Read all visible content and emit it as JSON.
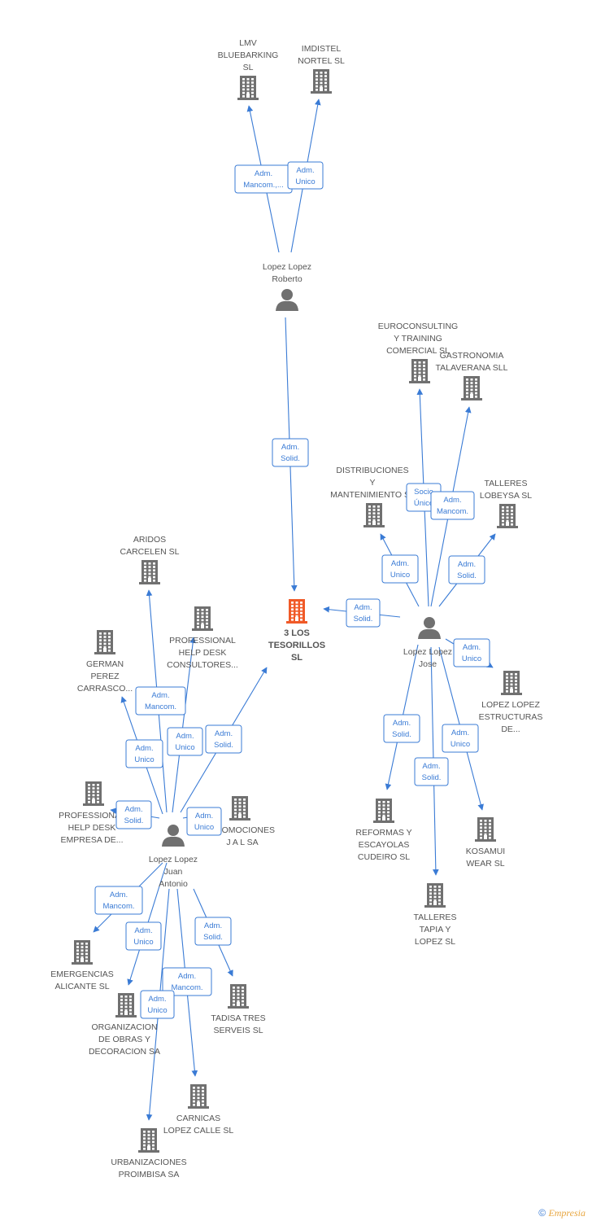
{
  "colors": {
    "edge": "#3a7bd5",
    "building": "#707070",
    "center_building": "#f05a28",
    "person": "#707070",
    "label": "#555555"
  },
  "copyright": {
    "symbol": "©",
    "brand": "Empresia"
  },
  "nodes": [
    {
      "id": "center",
      "type": "building",
      "highlight": true,
      "label": [
        "3 LOS",
        "TESORILLOS",
        "SL"
      ]
    },
    {
      "id": "lmv",
      "type": "building",
      "label": [
        "LMV",
        "BLUEBARKING",
        "SL"
      ]
    },
    {
      "id": "imdistel",
      "type": "building",
      "label": [
        "IMDISTEL",
        "NORTEL SL"
      ]
    },
    {
      "id": "roberto",
      "type": "person",
      "label": [
        "Lopez Lopez",
        "Roberto"
      ]
    },
    {
      "id": "euroconsulting",
      "type": "building",
      "label": [
        "EUROCONSULTING",
        "Y TRAINING",
        "COMERCIAL SL"
      ]
    },
    {
      "id": "gastronomia",
      "type": "building",
      "label": [
        "GASTRONOMIA",
        "TALAVERANA SLL"
      ]
    },
    {
      "id": "distribuciones",
      "type": "building",
      "label": [
        "DISTRIBUCIONES",
        "Y",
        "MANTENIMIENTO SL"
      ]
    },
    {
      "id": "lobeysa",
      "type": "building",
      "label": [
        "TALLERES",
        "LOBEYSA SL"
      ]
    },
    {
      "id": "jose",
      "type": "person",
      "label": [
        "Lopez Lopez",
        "Jose"
      ]
    },
    {
      "id": "estructuras",
      "type": "building",
      "label": [
        "LOPEZ LOPEZ",
        "ESTRUCTURAS",
        "DE..."
      ]
    },
    {
      "id": "reformas",
      "type": "building",
      "label": [
        "REFORMAS Y",
        "ESCAYOLAS",
        "CUDEIRO SL"
      ]
    },
    {
      "id": "kosamui",
      "type": "building",
      "label": [
        "KOSAMUI",
        "WEAR SL"
      ]
    },
    {
      "id": "tapia",
      "type": "building",
      "label": [
        "TALLERES",
        "TAPIA Y",
        "LOPEZ SL"
      ]
    },
    {
      "id": "aridos",
      "type": "building",
      "label": [
        "ARIDOS",
        "CARCELEN SL"
      ]
    },
    {
      "id": "phd_consultores",
      "type": "building",
      "label": [
        "PROFESSIONAL",
        "HELP DESK",
        "CONSULTORES..."
      ]
    },
    {
      "id": "german",
      "type": "building",
      "label": [
        "GERMAN",
        "PEREZ",
        "CARRASCO..."
      ]
    },
    {
      "id": "phd_empresa",
      "type": "building",
      "label": [
        "PROFESSIONAL",
        "HELP DESK",
        "EMPRESA DE..."
      ]
    },
    {
      "id": "promociones",
      "type": "building",
      "label": [
        "PROMOCIONES",
        "J A L SA"
      ]
    },
    {
      "id": "juan",
      "type": "person",
      "label": [
        "Lopez Lopez",
        "Juan",
        "Antonio"
      ]
    },
    {
      "id": "emergencias",
      "type": "building",
      "label": [
        "EMERGENCIAS",
        "ALICANTE SL"
      ]
    },
    {
      "id": "organizacion",
      "type": "building",
      "label": [
        "ORGANIZACION",
        "DE OBRAS Y",
        "DECORACION SA"
      ]
    },
    {
      "id": "tadisa",
      "type": "building",
      "label": [
        "TADISA TRES",
        "SERVEIS SL"
      ]
    },
    {
      "id": "carnicas",
      "type": "building",
      "label": [
        "CARNICAS",
        "LOPEZ CALLE SL"
      ]
    },
    {
      "id": "urbanizaciones",
      "type": "building",
      "label": [
        "URBANIZACIONES",
        "PROIMBISA SA"
      ]
    }
  ],
  "edges": [
    {
      "from": "roberto",
      "to": "lmv",
      "label": [
        "Adm.",
        "Mancom.,..."
      ]
    },
    {
      "from": "roberto",
      "to": "imdistel",
      "label": [
        "Adm.",
        "Unico"
      ]
    },
    {
      "from": "roberto",
      "to": "center",
      "label": [
        "Adm.",
        "Solid."
      ]
    },
    {
      "from": "jose",
      "to": "euroconsulting",
      "label": [
        "Socio",
        "Único"
      ]
    },
    {
      "from": "jose",
      "to": "gastronomia",
      "label": [
        "Adm.",
        "Mancom."
      ]
    },
    {
      "from": "jose",
      "to": "distribuciones",
      "label": [
        "Adm.",
        "Unico"
      ]
    },
    {
      "from": "jose",
      "to": "lobeysa",
      "label": [
        "Adm.",
        "Solid."
      ]
    },
    {
      "from": "jose",
      "to": "center",
      "label": [
        "Adm.",
        "Solid."
      ]
    },
    {
      "from": "jose",
      "to": "estructuras",
      "label": [
        "Adm.",
        "Unico"
      ]
    },
    {
      "from": "jose",
      "to": "reformas",
      "label": [
        "Adm.",
        "Solid."
      ]
    },
    {
      "from": "jose",
      "to": "tapia",
      "label": [
        "Adm.",
        "Solid."
      ]
    },
    {
      "from": "jose",
      "to": "kosamui",
      "label": [
        "Adm.",
        "Unico"
      ]
    },
    {
      "from": "juan",
      "to": "aridos",
      "label": [
        "Adm.",
        "Mancom."
      ]
    },
    {
      "from": "juan",
      "to": "phd_consultores",
      "label": [
        "Adm.",
        "Unico"
      ]
    },
    {
      "from": "juan",
      "to": "center",
      "label": [
        "Adm.",
        "Solid."
      ]
    },
    {
      "from": "juan",
      "to": "german",
      "label": [
        "Adm.",
        "Unico"
      ]
    },
    {
      "from": "juan",
      "to": "phd_empresa",
      "label": [
        "Adm.",
        "Solid."
      ]
    },
    {
      "from": "juan",
      "to": "promociones",
      "label": [
        "Adm.",
        "Unico"
      ]
    },
    {
      "from": "juan",
      "to": "emergencias",
      "label": [
        "Adm.",
        "Mancom."
      ]
    },
    {
      "from": "juan",
      "to": "organizacion",
      "label": [
        "Adm.",
        "Unico"
      ]
    },
    {
      "from": "juan",
      "to": "tadisa",
      "label": [
        "Adm.",
        "Solid."
      ]
    },
    {
      "from": "juan",
      "to": "carnicas",
      "label": [
        "Adm.",
        "Mancom."
      ]
    },
    {
      "from": "juan",
      "to": "urbanizaciones",
      "label": [
        "Adm.",
        "Unico"
      ]
    }
  ]
}
